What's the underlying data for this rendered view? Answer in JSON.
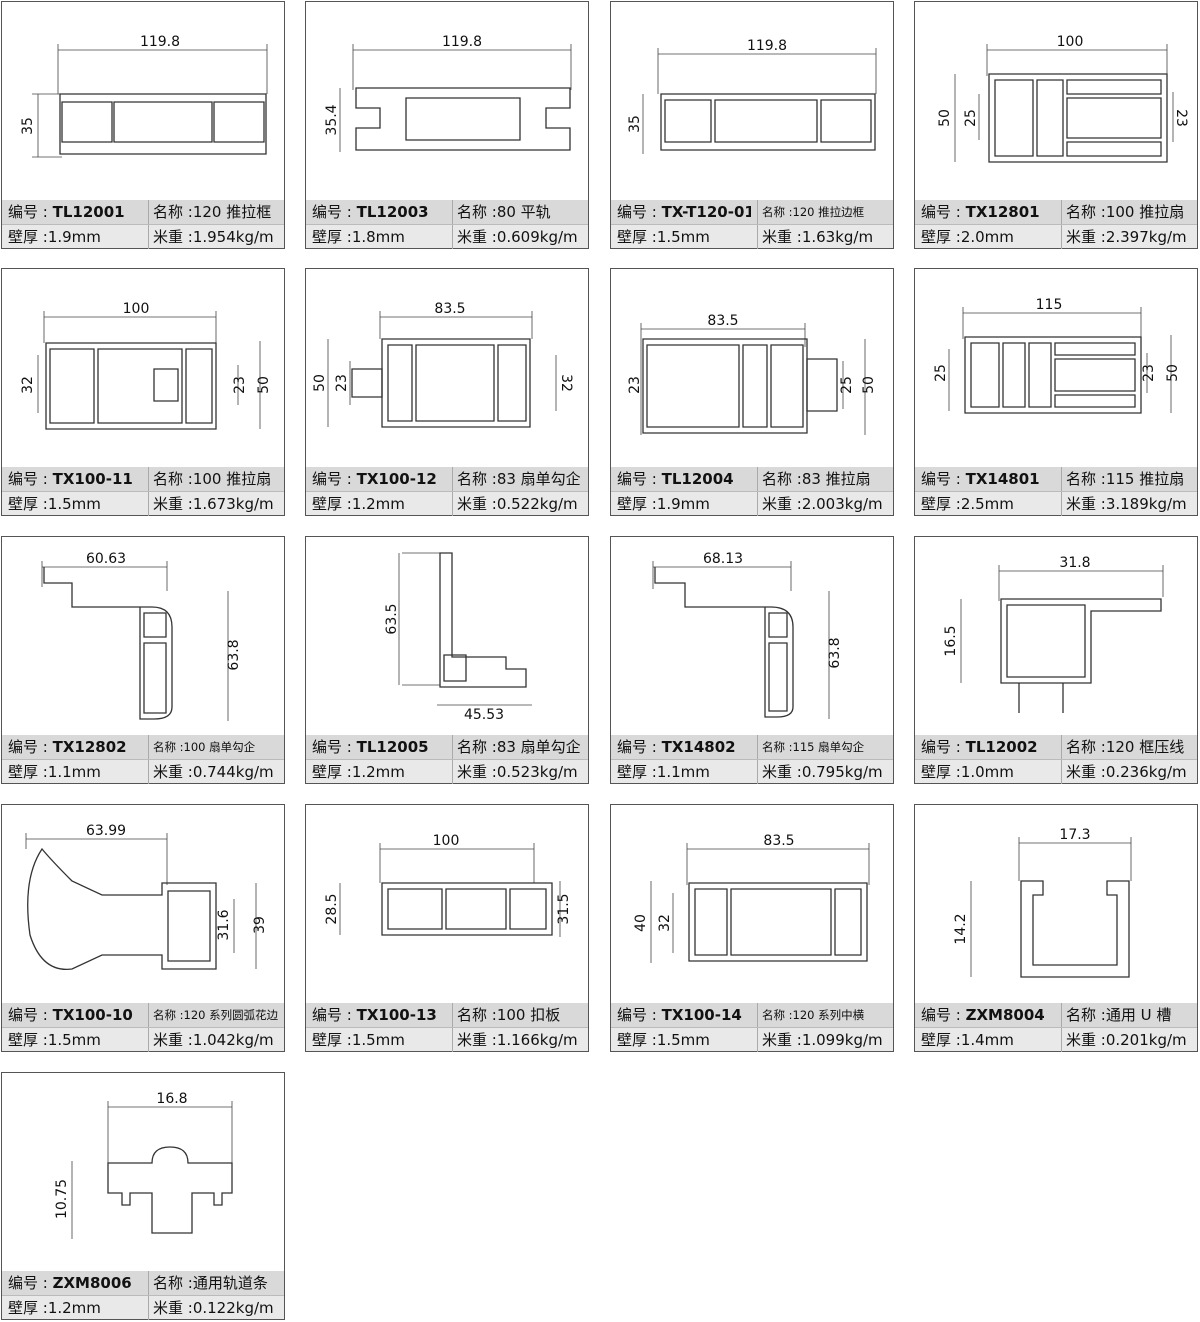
{
  "labels": {
    "code": "编号 :",
    "name": "名称 :",
    "wall": "壁厚 :",
    "weight": "米重 :"
  },
  "items": [
    {
      "code": "TL12001",
      "name": "120 推拉框",
      "wall": "1.9mm",
      "weight": "1.954kg/m",
      "dims": [
        "119.8",
        "35"
      ]
    },
    {
      "code": "TL12003",
      "name": "80 平轨",
      "wall": "1.8mm",
      "weight": "0.609kg/m",
      "dims": [
        "119.8",
        "35.4"
      ]
    },
    {
      "code": "TX-T120-01",
      "name": "120 推拉边框",
      "wall": "1.5mm",
      "weight": "1.63kg/m",
      "dims": [
        "119.8",
        "35"
      ]
    },
    {
      "code": "TX12801",
      "name": "100 推拉扇",
      "wall": "2.0mm",
      "weight": "2.397kg/m",
      "dims": [
        "100",
        "50",
        "25",
        "23"
      ]
    },
    {
      "code": "TX100-11",
      "name": "100 推拉扇",
      "wall": "1.5mm",
      "weight": "1.673kg/m",
      "dims": [
        "100",
        "32",
        "23",
        "50"
      ]
    },
    {
      "code": "TX100-12",
      "name": "83 扇单勾企",
      "wall": "1.2mm",
      "weight": "0.522kg/m",
      "dims": [
        "83.5",
        "50",
        "23",
        "32"
      ]
    },
    {
      "code": "TL12004",
      "name": "83 推拉扇",
      "wall": "1.9mm",
      "weight": "2.003kg/m",
      "dims": [
        "83.5",
        "23",
        "25",
        "50"
      ]
    },
    {
      "code": "TX14801",
      "name": "115 推拉扇",
      "wall": "2.5mm",
      "weight": "3.189kg/m",
      "dims": [
        "115",
        "25",
        "23",
        "50"
      ]
    },
    {
      "code": "TX12802",
      "name": "100 扇单勾企",
      "wall": "1.1mm",
      "weight": "0.744kg/m",
      "dims": [
        "60.63",
        "63.8"
      ]
    },
    {
      "code": "TL12005",
      "name": "83 扇单勾企",
      "wall": "1.2mm",
      "weight": "0.523kg/m",
      "dims": [
        "63.5",
        "45.53"
      ]
    },
    {
      "code": "TX14802",
      "name": "115 扇单勾企",
      "wall": "1.1mm",
      "weight": "0.795kg/m",
      "dims": [
        "68.13",
        "63.8"
      ]
    },
    {
      "code": "TL12002",
      "name": "120 框压线",
      "wall": "1.0mm",
      "weight": "0.236kg/m",
      "dims": [
        "31.8",
        "16.5"
      ]
    },
    {
      "code": "TX100-10",
      "name": "120 系列圆弧花边",
      "wall": "1.5mm",
      "weight": "1.042kg/m",
      "dims": [
        "63.99",
        "31.6",
        "39"
      ]
    },
    {
      "code": "TX100-13",
      "name": "100 扣板",
      "wall": "1.5mm",
      "weight": "1.166kg/m",
      "dims": [
        "100",
        "28.5",
        "31.5"
      ]
    },
    {
      "code": "TX100-14",
      "name": "120 系列中横",
      "wall": "1.5mm",
      "weight": "1.099kg/m",
      "dims": [
        "83.5",
        "40",
        "32"
      ]
    },
    {
      "code": "ZXM8004",
      "name": "通用 U 槽",
      "wall": "1.4mm",
      "weight": "0.201kg/m",
      "dims": [
        "17.3",
        "14.2"
      ]
    },
    {
      "code": "ZXM8006",
      "name": "通用轨道条",
      "wall": "1.2mm",
      "weight": "0.122kg/m",
      "dims": [
        "16.8",
        "10.75"
      ]
    }
  ]
}
